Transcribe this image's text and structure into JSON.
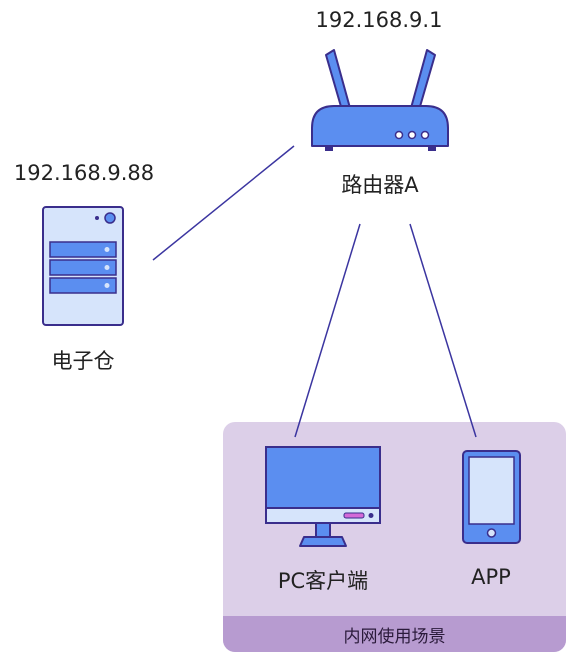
{
  "router": {
    "ip": "192.168.9.1",
    "label": "路由器A"
  },
  "server": {
    "ip": "192.168.9.88",
    "label": "电子仓"
  },
  "intranet": {
    "title": "内网使用场景",
    "pc_label": "PC客户端",
    "app_label": "APP"
  },
  "colors": {
    "device_fill": "#5b8ef0",
    "device_light": "#d6e4fb",
    "outline": "#3a2e8c",
    "link": "#3b35a0",
    "panel": "#dccfe8",
    "panel_footer": "#b79bd0",
    "accent": "#d46ad8"
  }
}
